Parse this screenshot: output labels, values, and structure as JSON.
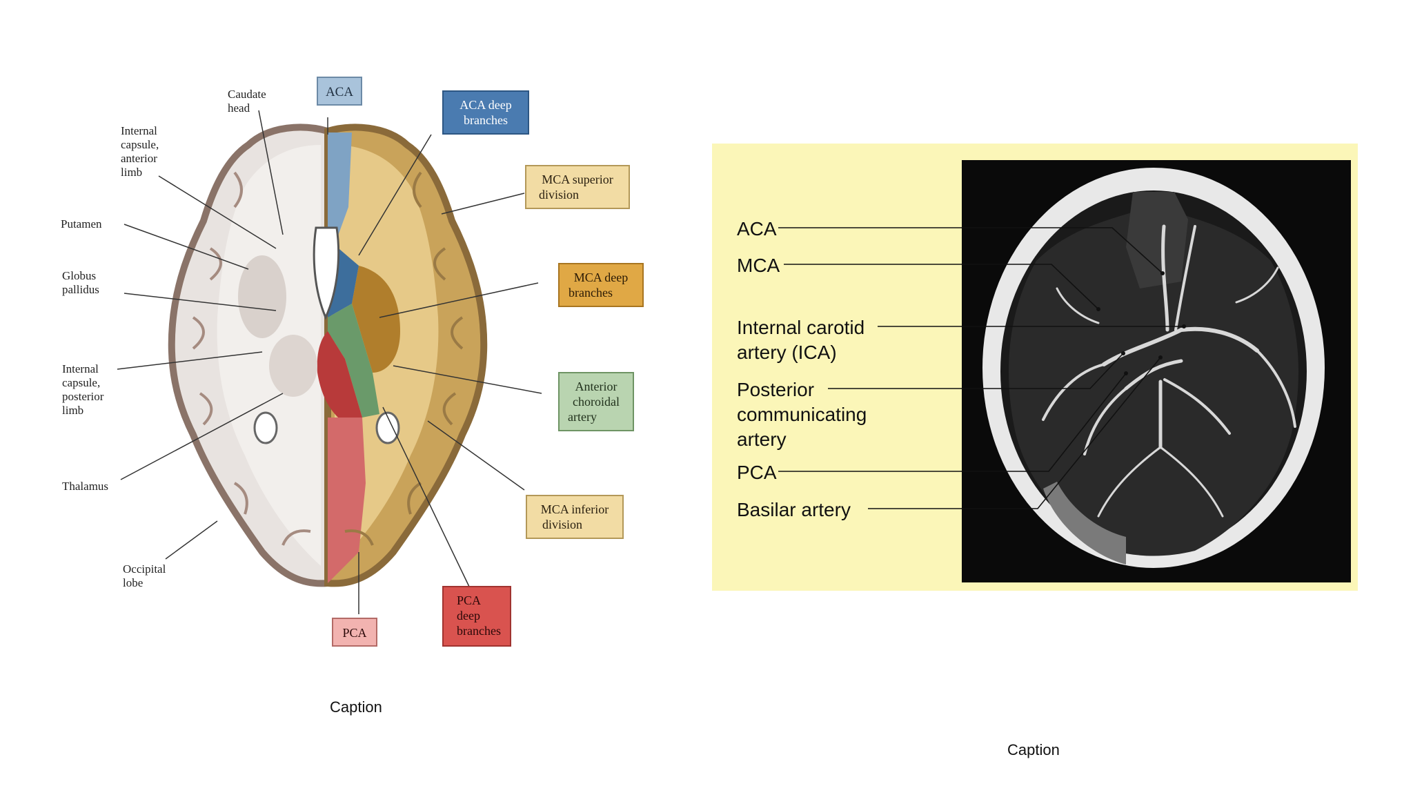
{
  "left_diagram": {
    "boxes": {
      "aca": "ACA",
      "aca_deep_1": "ACA deep",
      "aca_deep_2": "branches",
      "mca_sup_1": "MCA superior",
      "mca_sup_2": "division",
      "mca_deep_1": "MCA deep",
      "mca_deep_2": "branches",
      "ach_1": "Anterior",
      "ach_2": "choroidal",
      "ach_3": "artery",
      "mca_inf_1": "MCA inferior",
      "mca_inf_2": "division",
      "pca_deep_1": "PCA",
      "pca_deep_2": "deep",
      "pca_deep_3": "branches",
      "pca": "PCA"
    },
    "labels": {
      "caudate_1": "Caudate",
      "caudate_2": "head",
      "ic_ant_1": "Internal",
      "ic_ant_2": "capsule,",
      "ic_ant_3": "anterior",
      "ic_ant_4": "limb",
      "putamen": "Putamen",
      "globus_1": "Globus",
      "globus_2": "pallidus",
      "ic_post_1": "Internal",
      "ic_post_2": "capsule,",
      "ic_post_3": "posterior",
      "ic_post_4": "limb",
      "thalamus": "Thalamus",
      "occipital_1": "Occipital",
      "occipital_2": "lobe"
    },
    "colors": {
      "aca": "#7fa3c4",
      "aca_deep": "#3d6e9c",
      "mca": "#c9a35a",
      "mca_deep": "#b07e2c",
      "ach": "#6a9a6a",
      "pca": "#d36a6a",
      "pca_deep": "#b83a3a"
    }
  },
  "right_diagram": {
    "labels": {
      "aca": "ACA",
      "mca": "MCA",
      "ica_1": "Internal carotid",
      "ica_2": "artery (ICA)",
      "pcom_1": "Posterior",
      "pcom_2": "communicating",
      "pcom_3": "artery",
      "pca": "PCA",
      "basilar": "Basilar artery"
    },
    "background_color": "#fbf6b8"
  },
  "captions": {
    "left": "Caption",
    "right": "Caption"
  }
}
